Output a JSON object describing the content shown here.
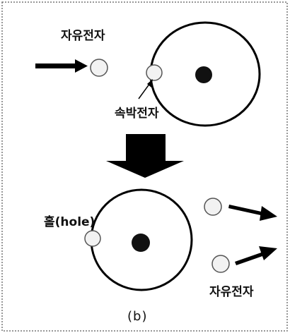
{
  "labels": {
    "free_electron_top": "자유전자",
    "bound_electron": "속박전자",
    "hole": "홀(hole)",
    "free_electron_bottom": "자유전자",
    "caption": "(b)"
  },
  "colors": {
    "frame": "#666666",
    "line": "#000000",
    "nucleus": "#111111",
    "electron_fill": "#f2f2f2",
    "text": "#111111"
  }
}
